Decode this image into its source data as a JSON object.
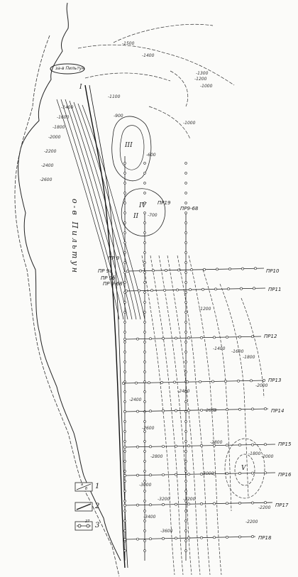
{
  "map": {
    "island_name": "о-в Пильтун",
    "bay_label": "за-в Пильтун",
    "roman_numerals": [
      "I",
      "II",
      "III",
      "IV",
      "V"
    ],
    "profiles": [
      "ПР19",
      "ПР9-68",
      "ПР 9",
      "ПР10",
      "ПР11",
      "ПР12",
      "ПР13",
      "ПР14",
      "ПР15",
      "ПР16",
      "ПР17",
      "ПР18",
      "ПР 9а",
      "ПР 9б",
      "ПР 9-68"
    ],
    "contour_labels_top": [
      "-1500",
      "-1400",
      "-1300",
      "-1200",
      "-1000",
      "-1100",
      "-1000",
      "-900",
      "-700",
      "-600"
    ],
    "contour_labels_left": [
      "-1400",
      "-1600",
      "-1800",
      "-2000",
      "-2200",
      "-2400",
      "-2600"
    ],
    "contour_labels_east": [
      "-1200",
      "-1400",
      "-1600",
      "-1800",
      "-2000",
      "-1800",
      "-2000",
      "-2200",
      "-2200"
    ],
    "contour_labels_south": [
      "-2400",
      "-2600",
      "-2800",
      "-3000",
      "-3200",
      "-3400",
      "-3600",
      "-3200",
      "-3000",
      "-2800",
      "-2600",
      "-2400"
    ],
    "legend": {
      "items": [
        {
          "num": "1",
          "sub_top": "a",
          "sub_bottom": "б"
        },
        {
          "num": "2"
        },
        {
          "num": "3",
          "sub_top": "27"
        }
      ]
    }
  }
}
